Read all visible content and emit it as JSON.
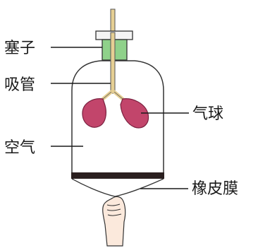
{
  "labels": {
    "stopper": "塞子",
    "tube": "吸管",
    "air": "空气",
    "balloon": "气球",
    "diaphragm": "橡皮膜"
  },
  "colors": {
    "stopper": "#8fd18a",
    "stopper_cap": "#f4f4f4",
    "tube": "#e6cf94",
    "balloon": "#c2456b",
    "membrane_band": "#2a1f1f",
    "skin": "#fbe9dc",
    "outline": "#333333"
  }
}
